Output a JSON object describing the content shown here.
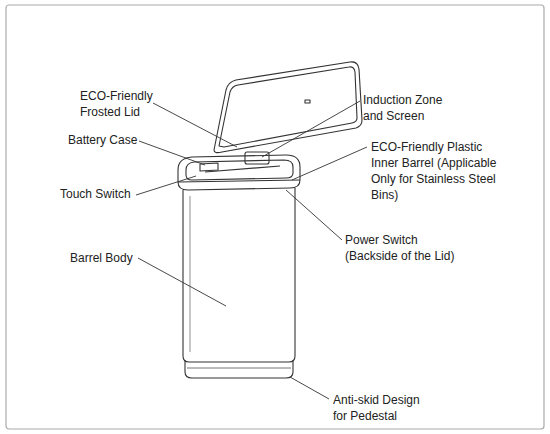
{
  "diagram": {
    "labels": [
      "ECO-Friendly Frosted Lid",
      "Battery Case",
      "Touch Switch",
      "Barrel Body",
      "Induction Zone and Screen",
      "ECO-Friendly Plastic Inner Barrel (Applicable Only for Stainless Steel Bins)",
      "Power Switch (Backside of the Lid)",
      "Anti-skid Design for Pedestal"
    ]
  }
}
